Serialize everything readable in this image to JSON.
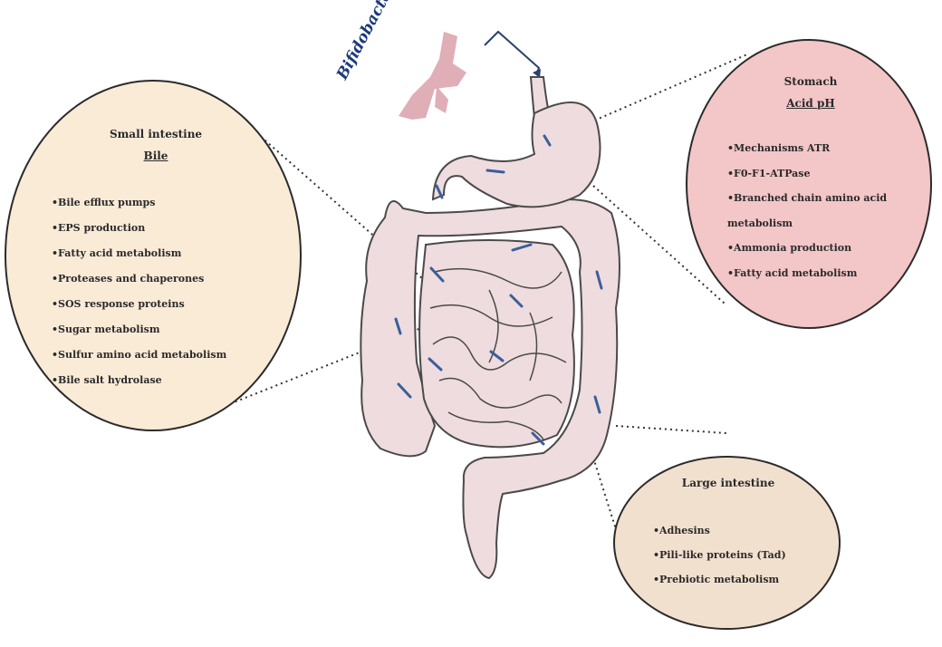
{
  "organism_label": "Bifidobacterium",
  "small_intestine": {
    "title": "Small intestine",
    "subtitle": "Bile",
    "items": [
      "•Bile efflux pumps",
      "•EPS production",
      "•Fatty acid metabolism",
      "•Proteases and chaperones",
      "•SOS response proteins",
      "•Sugar metabolism",
      "•Sulfur amino acid metabolism",
      "•Bile salt hydrolase"
    ]
  },
  "stomach": {
    "title": "Stomach",
    "subtitle": "Acid pH",
    "items": [
      "•Mechanisms ATR",
      "•F0-F1-ATPase",
      "•Branched chain amino acid",
      "metabolism",
      "•Ammonia  production",
      "•Fatty acid metabolism"
    ]
  },
  "large_intestine": {
    "title": "Large intestine",
    "items": [
      "•Adhesins",
      "•Pili-like proteins (Tad)",
      "•Prebiotic metabolism"
    ]
  },
  "colors": {
    "gut_fill": "#efdcdf",
    "gut_stroke": "#4a4a4a",
    "bacteria_blue": "#3b5f9a",
    "bacterium_pink": "#d9a0aa",
    "small_bubble": "#faebd7",
    "stomach_bubble": "#f3c6c8",
    "large_bubble": "#f2e0cf"
  }
}
